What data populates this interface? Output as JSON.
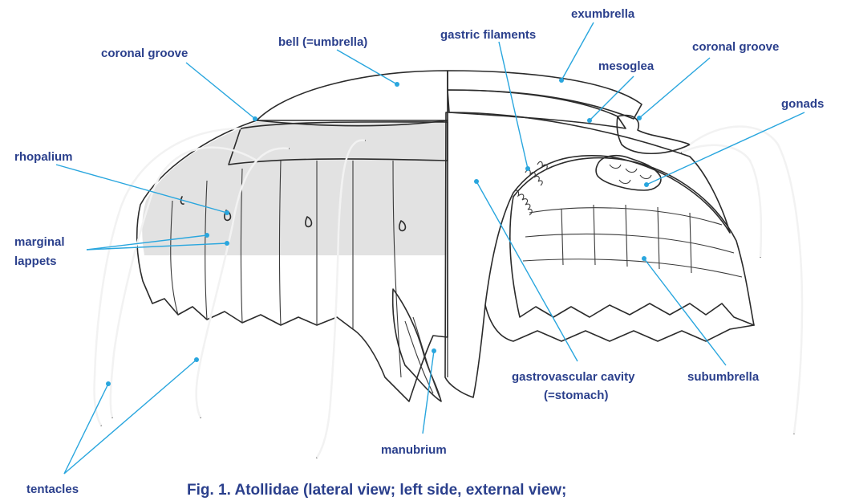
{
  "labels": {
    "exumbrella": "exumbrella",
    "bell": "bell (=umbrella)",
    "gastric_filaments": "gastric filaments",
    "coronal_groove_left": "coronal groove",
    "coronal_groove_right": "coronal groove",
    "mesoglea": "mesoglea",
    "gonads": "gonads",
    "rhopalium": "rhopalium",
    "marginal_lappets_1": "marginal",
    "marginal_lappets_2": "lappets",
    "gastrovascular_cavity_1": "gastrovascular cavity",
    "gastrovascular_cavity_2": "(=stomach)",
    "subumbrella": "subumbrella",
    "manubrium": "manubrium",
    "tentacles": "tentacles"
  },
  "caption": "Fig. 1. Atollidae (lateral view; left side, external view;"
}
